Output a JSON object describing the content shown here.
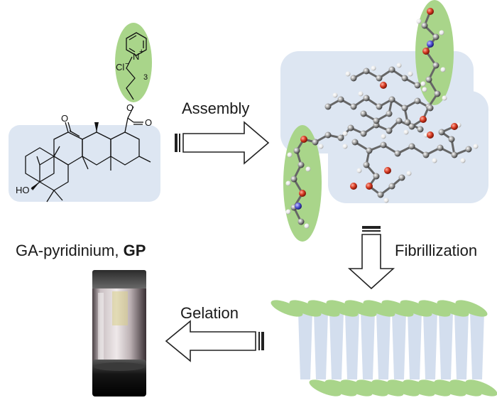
{
  "labels": {
    "assembly": "Assembly",
    "fibrillization": "Fibrillization",
    "gelation": "Gelation",
    "compound_name": "GA-pyridinium, ",
    "compound_abbrev": "GP"
  },
  "chem": {
    "nitrogen": "N",
    "plus": "+",
    "chloride": "Cl",
    "minus": "−",
    "subscript": "3",
    "oxygen_ester": "O",
    "oxygen_carbonyl": "O",
    "oxygen_ketone": "O",
    "hydroxyl": "HO"
  },
  "colors": {
    "hydrophilic_green": "#a9d58a",
    "hydrophobic_blue": "#dde6f2",
    "fiber_blue": "#d3deee",
    "arrow_stroke": "#222222"
  }
}
